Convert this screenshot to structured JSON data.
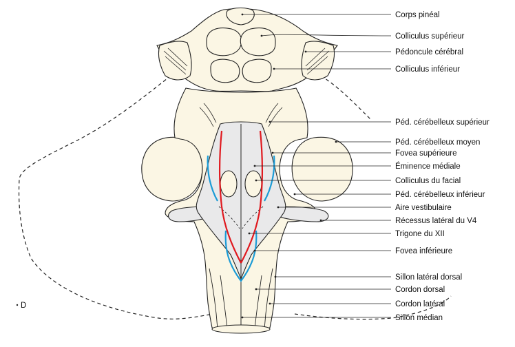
{
  "orientation_label": "D",
  "colors": {
    "tissue": "#fbf6e4",
    "floor": "#e9e9ea",
    "outline": "#222222",
    "leader": "#222222",
    "red_line": "#e0191f",
    "blue_line": "#1b9bd6"
  },
  "labels": [
    {
      "id": "corps-pineal",
      "text": "Corps pinéal"
    },
    {
      "id": "colliculus-superieur",
      "text": "Colliculus supérieur"
    },
    {
      "id": "pedoncule-cerebral",
      "text": "Pédoncule cérébral"
    },
    {
      "id": "colliculus-inferieur",
      "text": "Colliculus inférieur"
    },
    {
      "id": "ped-cerebelleux-superieur",
      "text": "Péd. cérébelleux supérieur"
    },
    {
      "id": "ped-cerebelleux-moyen",
      "text": "Péd. cérébelleux moyen"
    },
    {
      "id": "fovea-superieure",
      "text": "Fovea supérieure"
    },
    {
      "id": "eminence-mediale",
      "text": "Éminence médiale"
    },
    {
      "id": "colliculus-du-facial",
      "text": "Colliculus du facial"
    },
    {
      "id": "ped-cerebelleux-inferieur",
      "text": "Péd. cérébelleux inférieur"
    },
    {
      "id": "aire-vestibulaire",
      "text": "Aire vestibulaire"
    },
    {
      "id": "recessus-lateral-v4",
      "text": "Récessus latéral du V4"
    },
    {
      "id": "trigone-xii",
      "text": "Trigone du XII"
    },
    {
      "id": "fovea-inferieure",
      "text": "Fovea inférieure"
    },
    {
      "id": "sillon-lateral-dorsal",
      "text": "Sillon latéral dorsal"
    },
    {
      "id": "cordon-dorsal",
      "text": "Cordon dorsal"
    },
    {
      "id": "cordon-lateral",
      "text": "Cordon latéral"
    },
    {
      "id": "sillon-median",
      "text": "Sillon médian"
    }
  ]
}
